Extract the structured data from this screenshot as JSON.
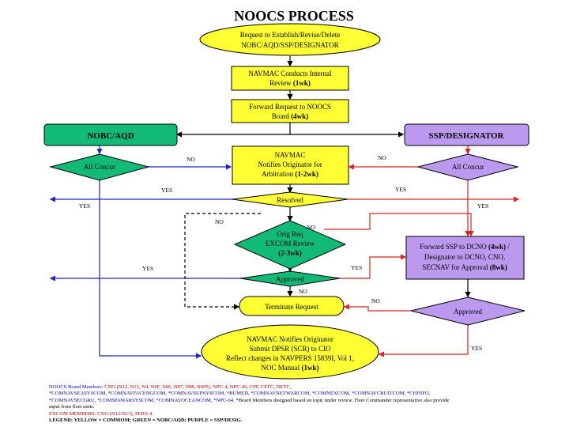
{
  "title": "NOOCS PROCESS",
  "colors": {
    "yellow": "#ffff33",
    "green": "#11bb77",
    "purple": "#bb99ee",
    "red_line": "#dd2222",
    "blue_line": "#2222cc",
    "black_line": "#000000"
  },
  "nodes": {
    "request": {
      "line1": "Request to Establish/Revise/Delete",
      "line2": "NOBC/AQD/SSP/DESIGNATOR"
    },
    "internal_review": {
      "line1": "NAVMAC Conducts Internal",
      "line2a": "Review ",
      "line2b": "(1wk)"
    },
    "forward_noocs": {
      "line1": "Forward Request to NOOCS",
      "line2a": "Board ",
      "line2b": "(4wk)"
    },
    "nobc_aqd": "NOBC/AQD",
    "ssp_designator": "SSP/DESIGNATOR",
    "all_concur_left": "All Concur",
    "all_concur_right": "All Concur",
    "navmac_notifies": {
      "line1": "NAVMAC",
      "line2": "Notifies Originator for",
      "line3a": "Arbitration ",
      "line3b": "(1-2wk)"
    },
    "resolved": "Resolved",
    "orig_req": {
      "line1": "Orig Req",
      "line2": "EXCOM Review",
      "line3": "(2-3wk)"
    },
    "approved_center": "Approved",
    "terminate": "Terminate Request",
    "forward_ssp": {
      "line1a": "Forward SSP to DCNO ",
      "line1b": "(4wk)",
      "line1c": " /",
      "line2": "Designator to DCNO, CNO,",
      "line3a": "SECNAV for Approval ",
      "line3b": "(8wk)"
    },
    "approved_right": "Approved",
    "final": {
      "line1": "NAVMAC Notifies Originator",
      "line2": "Submit DPSR (SCR) to CIO",
      "line3": "Reflect changes in NAVPERS 15839I, Vol 1,",
      "line4a": "NOC Manual ",
      "line4b": "(1wk)"
    }
  },
  "edge_labels": {
    "no_left": "NO",
    "no_right": "NO",
    "yes_left_resolved": "YES",
    "yes_right_resolved": "YES",
    "yes_left_outer": "YES",
    "yes_right_outer": "YES",
    "no_resolved_left": "NO",
    "no_resolved_right": "NO",
    "yes_orig": "YES",
    "yes_approved_center": "YES",
    "no_approved_center": "NO",
    "no_approved_right": "NO",
    "yes_approved_right": "YES"
  },
  "notes": {
    "board_members_label": "NOOCS Board Members:",
    "board_members_red": " CNO (N12, N13,  N4, N6F, N86, N87, N88, N095), NPC-4, NPC-49, CPF, CFFC, NETC,",
    "line2": "*COMNAVSEASYSCOM, *COMNAVFACENGCOM, *COMNAVSUPSYSCOM, *BUMED, *COMNAVNETWARCOM, *COMNEXCOM, *COMNAVCRUITCOM, *CHINFO,",
    "line3_blue": "*COMNAVSECGRU, *COMSPAWARSYSCOM, *COMNAVOCEANCOM, *NPC-64.",
    "line3_black": " *Board Members designed based on topic under review.  Fleet Commander representative also provide",
    "line4": "input from fleet units.",
    "line5": "EXCOM MEMBERS: CNO (N12/N13), PERS-4.",
    "legend": "LEGEND: YELLOW = COMMOM; GREEN = NOBC/AQD; PURPLE = SSP/DESIG."
  }
}
